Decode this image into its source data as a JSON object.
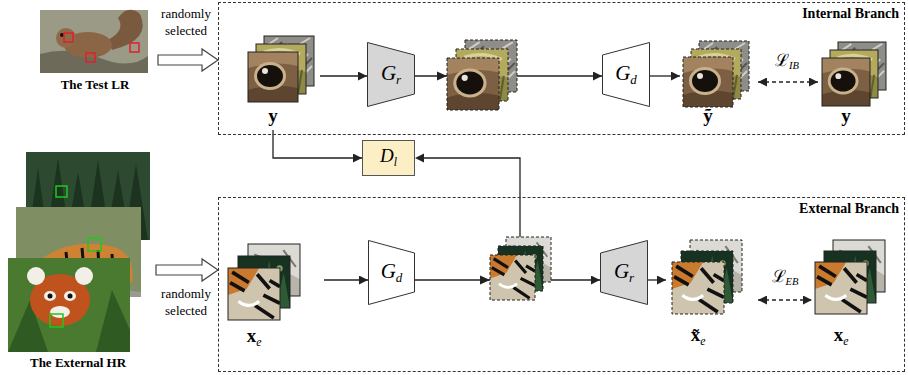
{
  "diagram": {
    "nodes": [
      {
        "text": [
          "The Test LR"
        ]
      },
      {
        "text": [
          "Internal Branch"
        ]
      },
      {
        "text": [
          "y"
        ],
        "in": 1
      },
      {
        "text": [
          "Gr"
        ],
        "in": 1
      },
      {
        "text": [
          "Gd"
        ],
        "in": 1
      },
      {
        "text": [
          "ỹ"
        ],
        "in": 1
      },
      {
        "text": [
          "y"
        ],
        "in": 1
      },
      {
        "text": [
          "Dl"
        ]
      },
      {
        "text": [
          "The External HR"
        ]
      },
      {
        "text": [
          "External Branch"
        ]
      },
      {
        "text": [
          "xe"
        ],
        "in": 9
      },
      {
        "text": [
          "Gd"
        ],
        "in": 9
      },
      {
        "text": [
          "Gr"
        ],
        "in": 9
      },
      {
        "text": [
          "x̃e"
        ],
        "in": 9
      },
      {
        "text": [
          "xe"
        ],
        "in": 9
      }
    ],
    "edges": [
      {
        "from": 0,
        "to": 1,
        "arrow": "to",
        "label": "randomly selected"
      },
      {
        "from": 2,
        "to": 3,
        "arrow": "to"
      },
      {
        "from": 3,
        "to": 4,
        "arrow": "to"
      },
      {
        "from": 4,
        "to": 5,
        "arrow": "to"
      },
      {
        "from": 5,
        "to": 6,
        "arrow": "both",
        "label": "ℒIB"
      },
      {
        "from": 2,
        "to": 7,
        "arrow": "to"
      },
      {
        "from": 8,
        "to": 9,
        "arrow": "to",
        "label": "randomly selected"
      },
      {
        "from": 10,
        "to": 11,
        "arrow": "to"
      },
      {
        "from": 11,
        "to": 12,
        "arrow": "to"
      },
      {
        "from": 12,
        "to": 13,
        "arrow": "to"
      },
      {
        "from": 13,
        "to": 14,
        "arrow": "both",
        "label": "ℒEB"
      }
    ]
  }
}
